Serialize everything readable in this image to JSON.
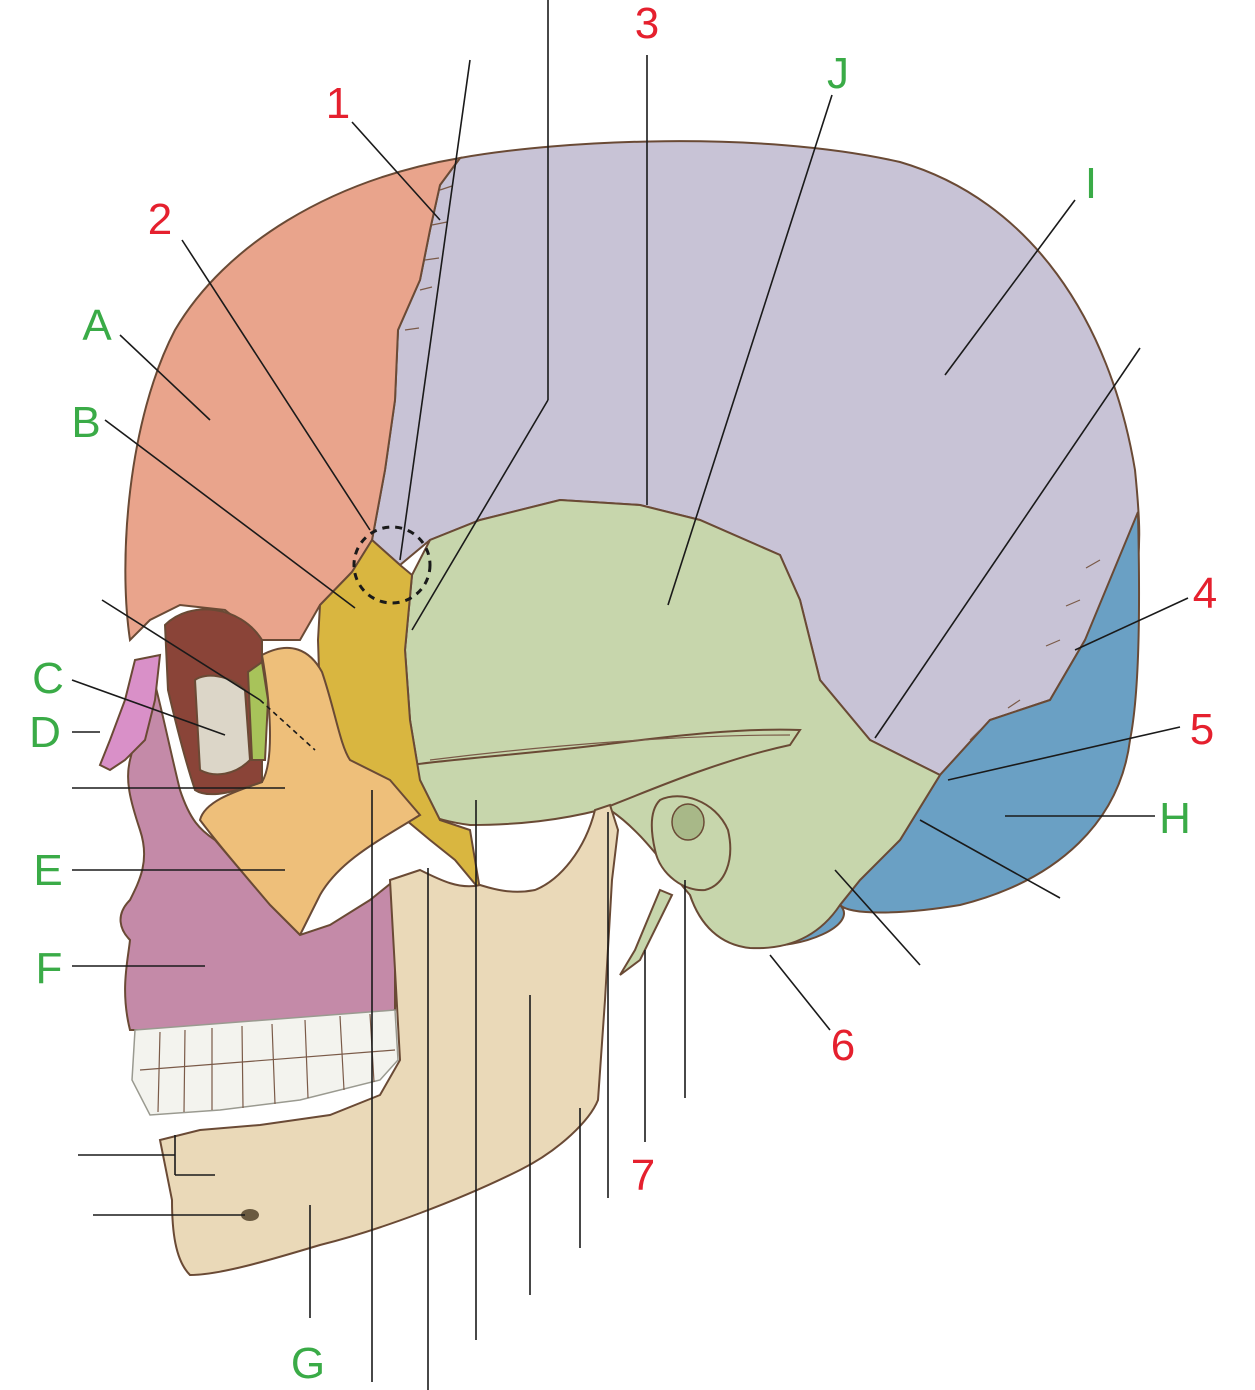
{
  "diagram": {
    "numbered_labels": [
      "1",
      "2",
      "3",
      "4",
      "5",
      "6",
      "7"
    ],
    "letter_labels": [
      "A",
      "B",
      "C",
      "D",
      "E",
      "F",
      "G",
      "H",
      "I",
      "J"
    ],
    "colors": {
      "number_labels": "#e5202e",
      "letter_labels": "#3aab47",
      "frontal": "#e9a48c",
      "parietal": "#c8c3d6",
      "temporal": "#c7d6ac",
      "sphenoid": "#d9b640",
      "zygomatic": "#eebf7a",
      "maxilla": "#c48aa8",
      "nasal": "#d990c8",
      "ethmoid": "#a8c35a",
      "lacrimal": "#dcd6c8",
      "occipital": "#6aa0c4",
      "mandible": "#ead9b8",
      "teeth": "#f3f3ee"
    }
  }
}
